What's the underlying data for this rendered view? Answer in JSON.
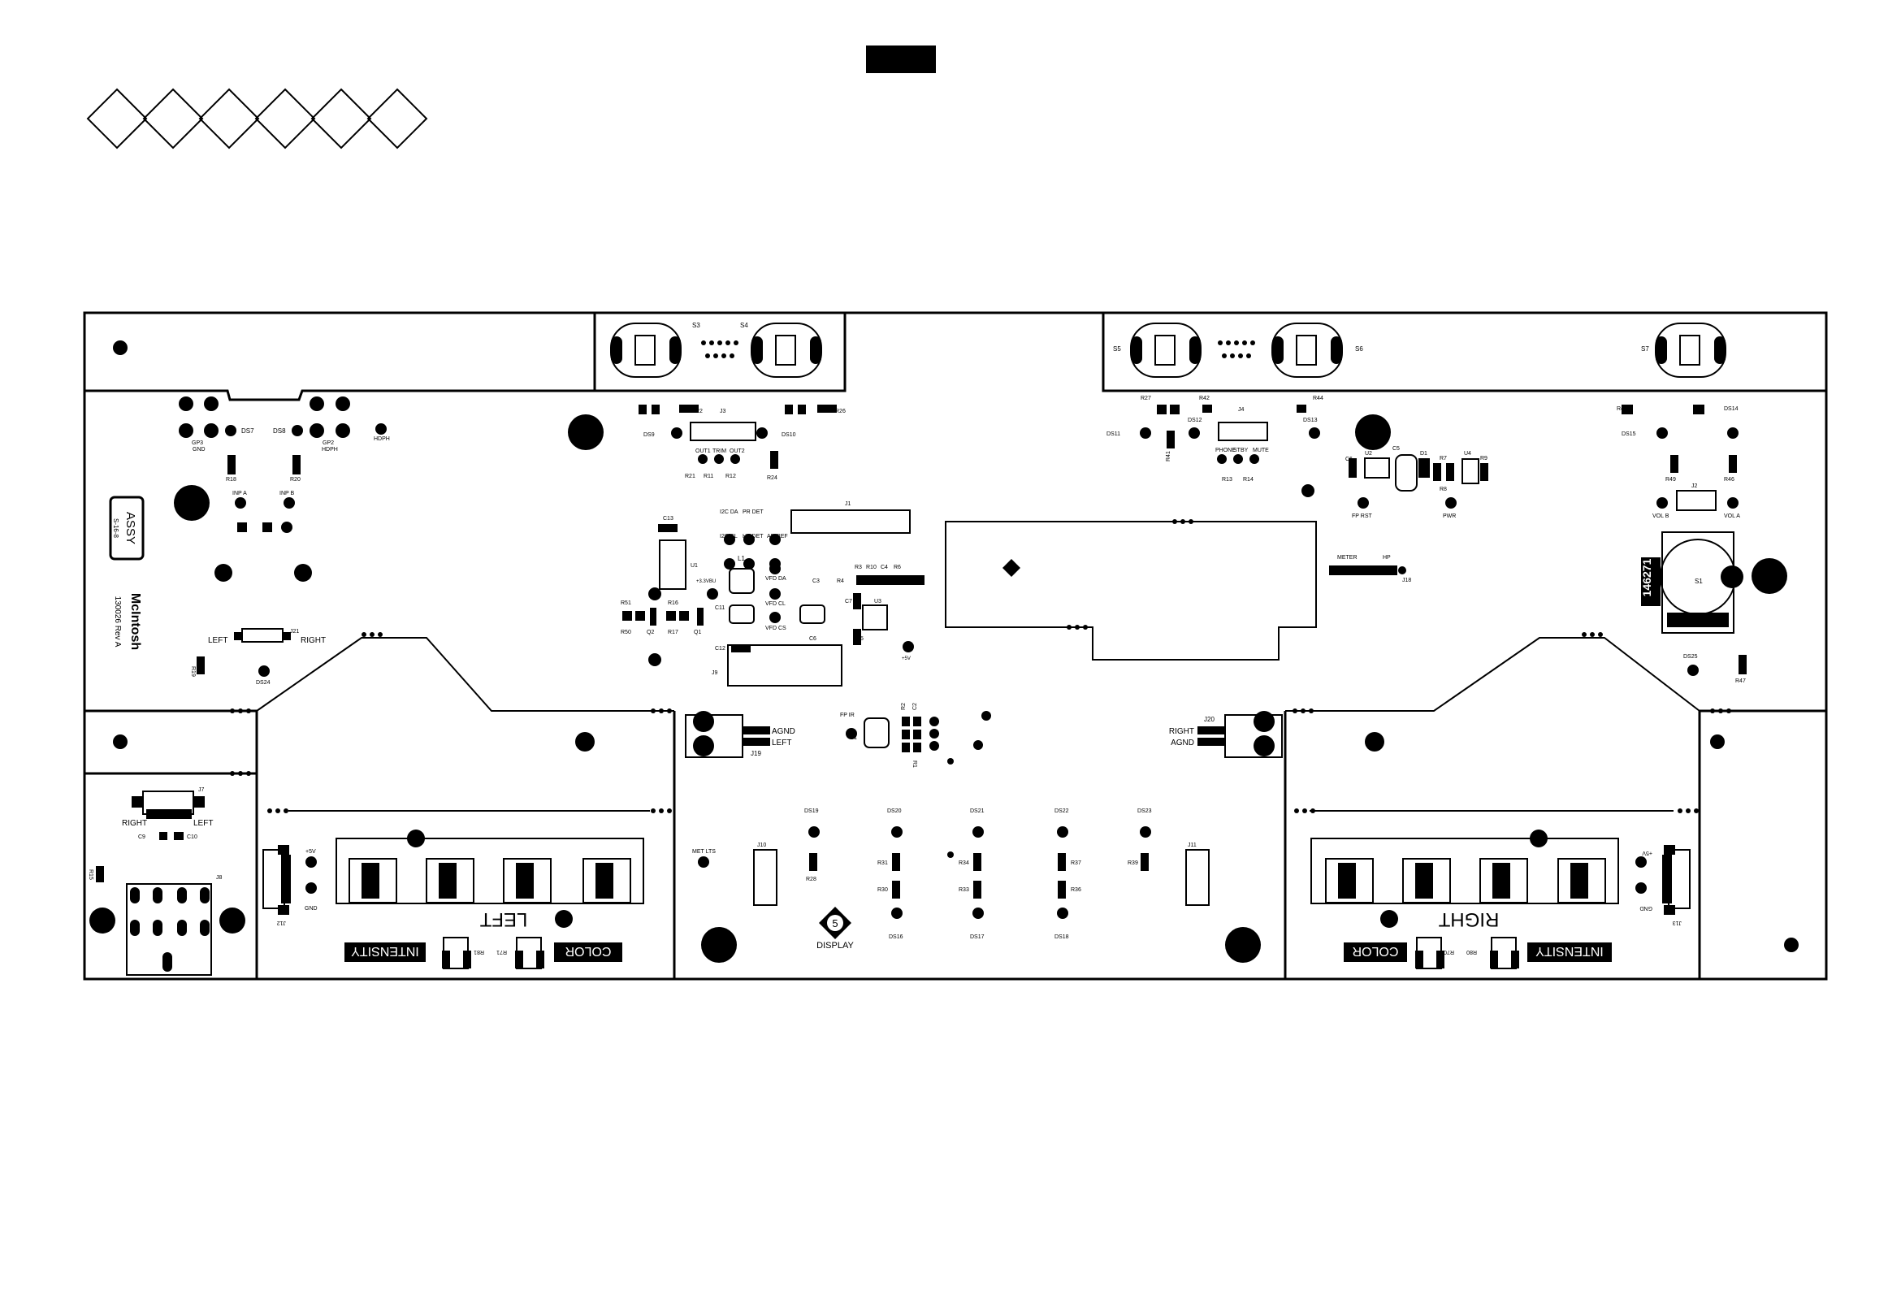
{
  "title_marker": {
    "text": ""
  },
  "assy": {
    "label": "ASSY",
    "sublabel": "S-16-8"
  },
  "brand": {
    "logo_text": "McIntosh",
    "part_number": "130026 Rev A"
  },
  "sections": {
    "left_display_label": "LEFT",
    "right_display_label": "RIGHT",
    "display_label": "DISPLAY",
    "display_badge": "5",
    "intensity_label": "INTENSITY",
    "color_label": "COLOR",
    "serial": "146271"
  },
  "connectors": {
    "j19_labels": [
      "AGND",
      "LEFT"
    ],
    "j20_labels": [
      "RIGHT",
      "AGND"
    ],
    "j19": "J19",
    "j20": "J20"
  },
  "labels": {
    "left_top": [
      "GP3",
      "GND",
      "DS7",
      "DS8",
      "GP2",
      "HDPH",
      "HDPH",
      "R18",
      "R20",
      "INP A",
      "INP B",
      "LEFT",
      "RIGHT",
      "J21",
      "DS24",
      "R19"
    ],
    "upper_mid": [
      "S3",
      "S4",
      "R22",
      "J3",
      "R26",
      "DS9",
      "DS10",
      "TRIM",
      "OUT1",
      "OUT2",
      "R21",
      "R11",
      "R12",
      "R24",
      "C13",
      "U1",
      "I2C DA",
      "I2C CL",
      "PR DET",
      "HP DET",
      "AD REF",
      "J1",
      "L1",
      "+3.3VBU",
      "VFD DA",
      "VFD CL",
      "VFD CS",
      "C3",
      "R4",
      "R3",
      "R10",
      "C4",
      "R6",
      "C7",
      "U3",
      "R5",
      "C11",
      "C6",
      "C12",
      "J9",
      "R51",
      "R50",
      "Q2",
      "R16",
      "R17",
      "Q1",
      "+5V"
    ],
    "upper_right": [
      "S5",
      "S6",
      "S7",
      "R27",
      "R42",
      "R44",
      "J4",
      "DS11",
      "DS12",
      "DS13",
      "R41",
      "R13",
      "R14",
      "PHONE",
      "STBY",
      "MUTE",
      "C6",
      "U2",
      "C5",
      "D1",
      "R7",
      "R8",
      "U4",
      "R9",
      "FP RST",
      "PWR",
      "METER",
      "J18",
      "HP",
      "R48",
      "DS14",
      "DS15",
      "R49",
      "R46",
      "J2",
      "VOL B",
      "VOL A",
      "S1",
      "DS25",
      "R47"
    ],
    "lower_left": [
      "J7",
      "C9",
      "C10",
      "R15",
      "J8",
      "+5V",
      "GND",
      "J12",
      "R81",
      "R71"
    ],
    "lower_mid": [
      "FP IR",
      "C1",
      "R2",
      "C2",
      "R1",
      "DS19",
      "DS20",
      "DS21",
      "DS22",
      "DS23",
      "MET LTS",
      "J10",
      "J11",
      "R28",
      "R31",
      "R30",
      "R34",
      "R33",
      "R37",
      "R36",
      "R39",
      "DS16",
      "DS17",
      "DS18"
    ],
    "lower_right": [
      "R70",
      "R80",
      "J13",
      "GND",
      "+5V"
    ]
  }
}
